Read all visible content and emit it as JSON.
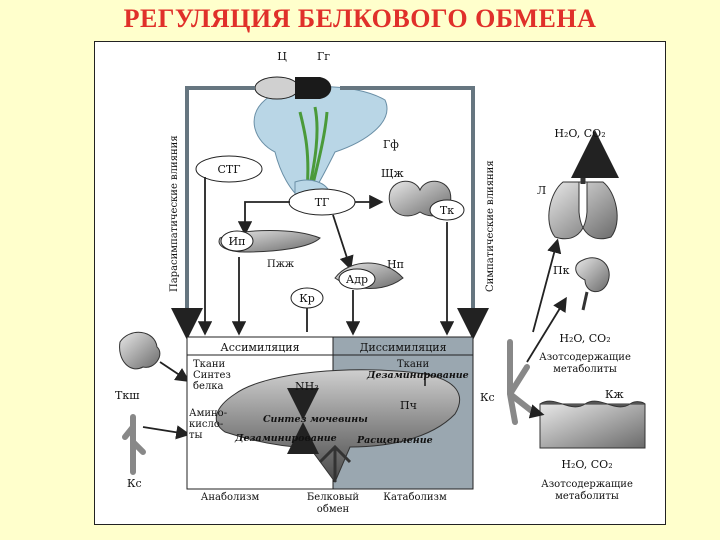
{
  "title": "РЕГУЛЯЦИЯ БЕЛКОВОГО ОБМЕНА",
  "labels": {
    "c": "Ц",
    "gg": "Гг",
    "gf": "Гф",
    "stg": "СТГ",
    "tg": "ТГ",
    "shzh": "Щж",
    "tk": "Тк",
    "ip": "Ип",
    "pzh": "Пжж",
    "adr": "Адр",
    "np": "Нп",
    "kr": "Кр",
    "parasym": "Парасимпатические влияния",
    "sym": "Симпатические влияния",
    "h2o_co2_top": "H₂O, CO₂",
    "l": "Л",
    "pk": "Пк",
    "h2o_co2_mid": "H₂O, CO₂",
    "azot_mid_1": "Азотсодержащие",
    "azot_mid_2": "метаболиты",
    "kzh": "Кж",
    "h2o_co2_bot": "H₂O, CO₂",
    "azot_bot_1": "Азотсодержащие",
    "azot_bot_2": "метаболиты",
    "ks_right": "Кс",
    "ks_left": "Кс",
    "tksh": "Ткш",
    "assim": "Ассимиляция",
    "dissim": "Диссимиляция",
    "tkani_l": "Ткани",
    "sintez": "Синтез",
    "belka": "белка",
    "tkani_r": "Ткани",
    "dezamin_r": "Дезаминирование",
    "nh3": "NH₃",
    "amino1": "Амино-",
    "amino2": "кисло-",
    "amino3": "ты",
    "sintez_moch": "Синтез мочевины",
    "pch": "Пч",
    "dezamin_l": "Дезаминирование",
    "rassheplenie": "Расщепление",
    "anabolism": "Анаболизм",
    "belkovy1": "Белковый",
    "belkovy2": "обмен",
    "katabolism": "Катаболизм"
  }
}
